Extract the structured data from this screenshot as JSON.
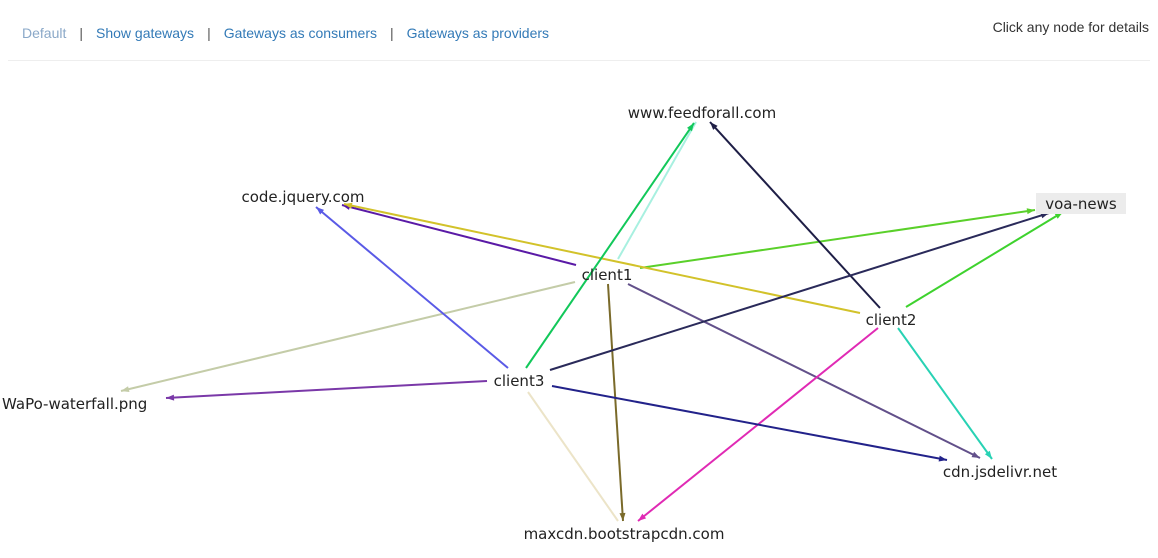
{
  "nav": {
    "items": [
      {
        "label": "Default",
        "active": true
      },
      {
        "label": "Show gateways",
        "active": false
      },
      {
        "label": "Gateways as consumers",
        "active": false
      },
      {
        "label": "Gateways as providers",
        "active": false
      }
    ],
    "separator": "|"
  },
  "hint": "Click any node for details",
  "graph": {
    "nodes": [
      {
        "id": "www.feedforall.com",
        "label": "www.feedforall.com"
      },
      {
        "id": "code.jquery.com",
        "label": "code.jquery.com"
      },
      {
        "id": "voa-news",
        "label": "voa-news",
        "highlight": true
      },
      {
        "id": "client1",
        "label": "client1"
      },
      {
        "id": "client2",
        "label": "client2"
      },
      {
        "id": "client3",
        "label": "client3"
      },
      {
        "id": "WaPo-waterfall.png",
        "label": "WaPo-waterfall.png"
      },
      {
        "id": "cdn.jsdelivr.net",
        "label": "cdn.jsdelivr.net"
      },
      {
        "id": "maxcdn.bootstrapcdn.com",
        "label": "maxcdn.bootstrapcdn.com"
      }
    ],
    "edges": [
      {
        "from": "client1",
        "to": "www.feedforall.com",
        "color": "#a8f0e0",
        "arrow": false
      },
      {
        "from": "client1",
        "to": "code.jquery.com",
        "color": "#5a1aa6"
      },
      {
        "from": "client1",
        "to": "voa-news",
        "color": "#5ad02a"
      },
      {
        "from": "client1",
        "to": "WaPo-waterfall.png",
        "color": "#c4cca8"
      },
      {
        "from": "client1",
        "to": "cdn.jsdelivr.net",
        "color": "#62508a"
      },
      {
        "from": "client1",
        "to": "maxcdn.bootstrapcdn.com",
        "color": "#7a6a2a"
      },
      {
        "from": "client2",
        "to": "code.jquery.com",
        "color": "#d2c22a"
      },
      {
        "from": "client2",
        "to": "www.feedforall.com",
        "color": "#1e1e46"
      },
      {
        "from": "client2",
        "to": "voa-news",
        "color": "#3ed22e"
      },
      {
        "from": "client2",
        "to": "cdn.jsdelivr.net",
        "color": "#28d2b4"
      },
      {
        "from": "client2",
        "to": "maxcdn.bootstrapcdn.com",
        "color": "#e02ab4"
      },
      {
        "from": "client3",
        "to": "www.feedforall.com",
        "color": "#12c85a"
      },
      {
        "from": "client3",
        "to": "code.jquery.com",
        "color": "#5a5ae6"
      },
      {
        "from": "client3",
        "to": "voa-news",
        "color": "#2a2a5a"
      },
      {
        "from": "client3",
        "to": "WaPo-waterfall.png",
        "color": "#7a38a8"
      },
      {
        "from": "client3",
        "to": "cdn.jsdelivr.net",
        "color": "#22228a"
      },
      {
        "from": "client3",
        "to": "maxcdn.bootstrapcdn.com",
        "color": "#ece4c8",
        "arrow": false
      }
    ]
  }
}
